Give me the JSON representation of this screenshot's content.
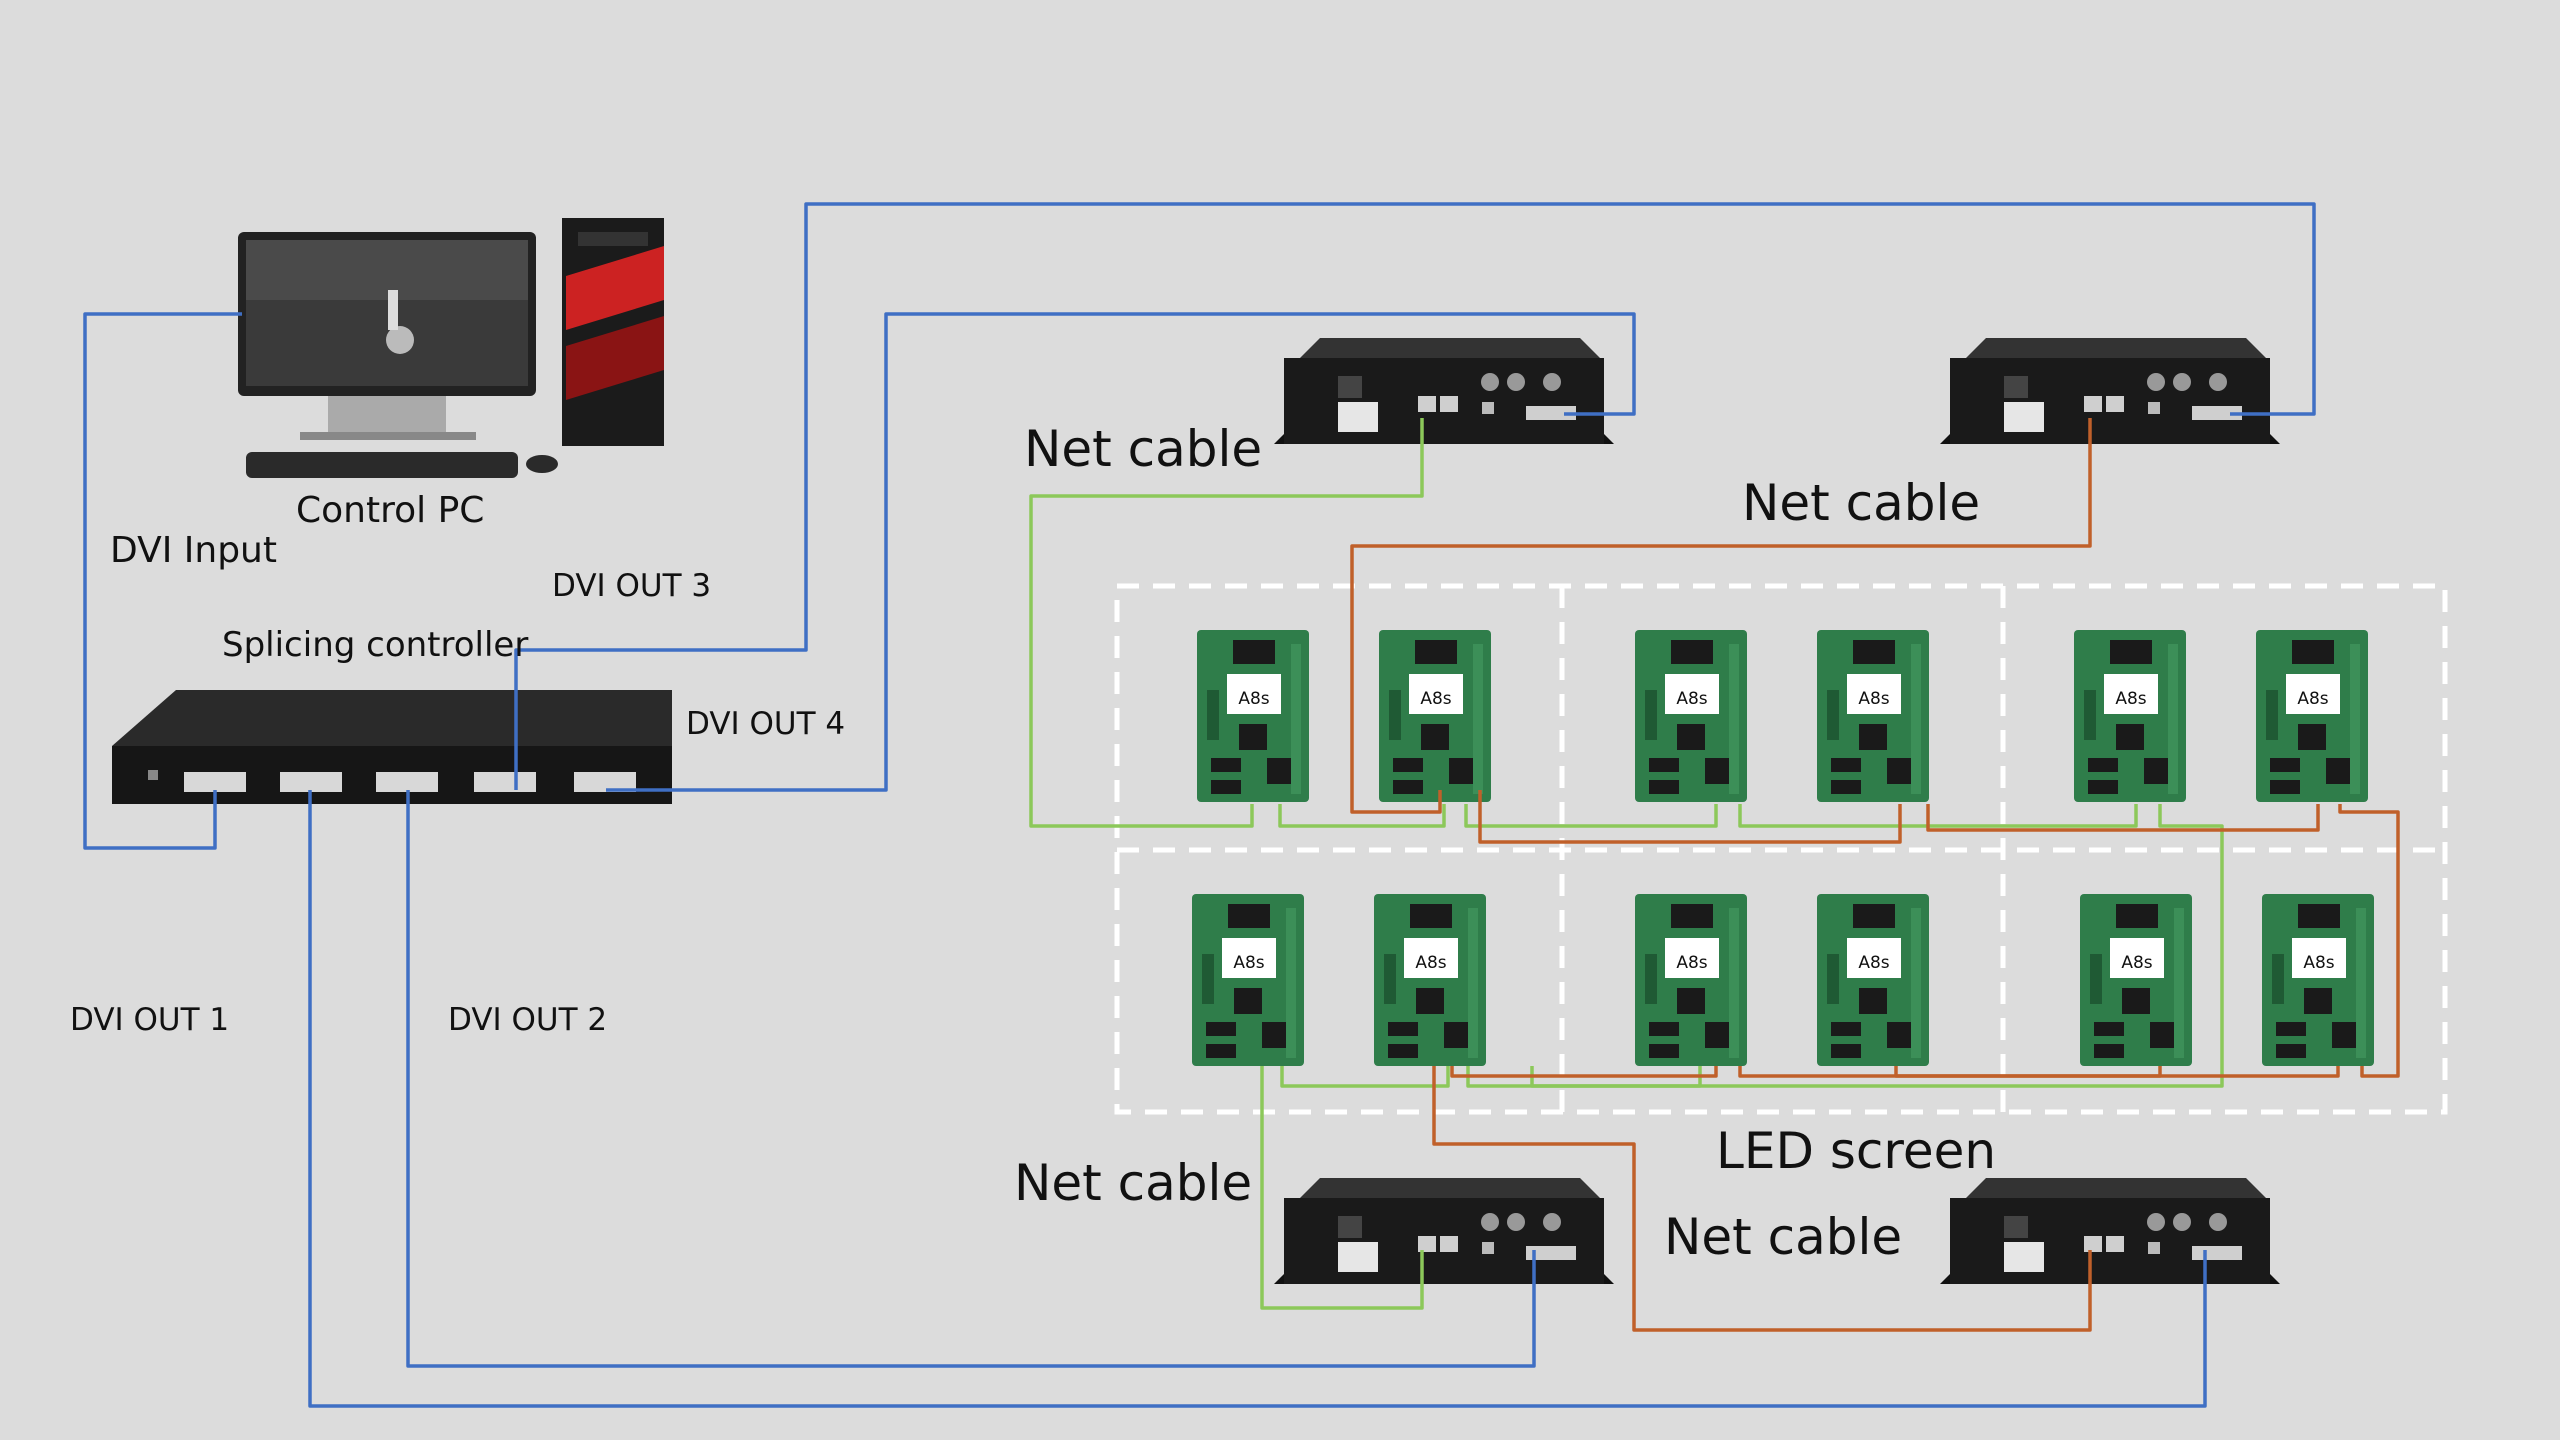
{
  "labels": {
    "control_pc": "Control PC",
    "dvi_input": "DVI Input",
    "splicing_controller": "Splicing controller",
    "dvi_out_1": "DVI OUT 1",
    "dvi_out_2": "DVI OUT 2",
    "dvi_out_3": "DVI OUT 3",
    "dvi_out_4": "DVI OUT 4",
    "net_cable_1": "Net cable",
    "net_cable_2": "Net cable",
    "net_cable_3": "Net cable",
    "net_cable_4": "Net cable",
    "led_screen": "LED screen"
  },
  "receiving_card": {
    "model": "A8s",
    "count": 12
  },
  "sending_box": {
    "count": 4
  },
  "colors": {
    "background": "#dcdcdc",
    "dvi_cable": "#3f6fc4",
    "net_cable_green": "#8cc85a",
    "net_cable_orange": "#c0602a",
    "device_body": "#1c1c1c",
    "card_pcb": "#2f7d4a",
    "screen_border": "#ffffff"
  }
}
